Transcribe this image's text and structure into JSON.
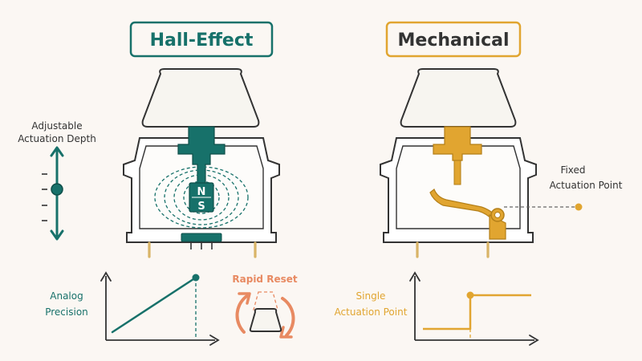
{
  "colors": {
    "teal": "#17716a",
    "gold": "#e1a530",
    "orange": "#e88a62",
    "ink": "#333333",
    "keycap": "#f7f5f0"
  },
  "hall": {
    "title": "Hall-Effect",
    "adjustable_label_line1": "Adjustable",
    "adjustable_label_line2": "Actuation Depth",
    "magnet_north": "N",
    "magnet_south": "S",
    "analog_label_line1": "Analog",
    "analog_label_line2": "Precision",
    "rapid_reset_label": "Rapid Reset"
  },
  "mech": {
    "title": "Mechanical",
    "fixed_label_line1": "Fixed",
    "fixed_label_line2": "Actuation Point",
    "single_label_line1": "Single",
    "single_label_line2": "Actuation Point"
  }
}
